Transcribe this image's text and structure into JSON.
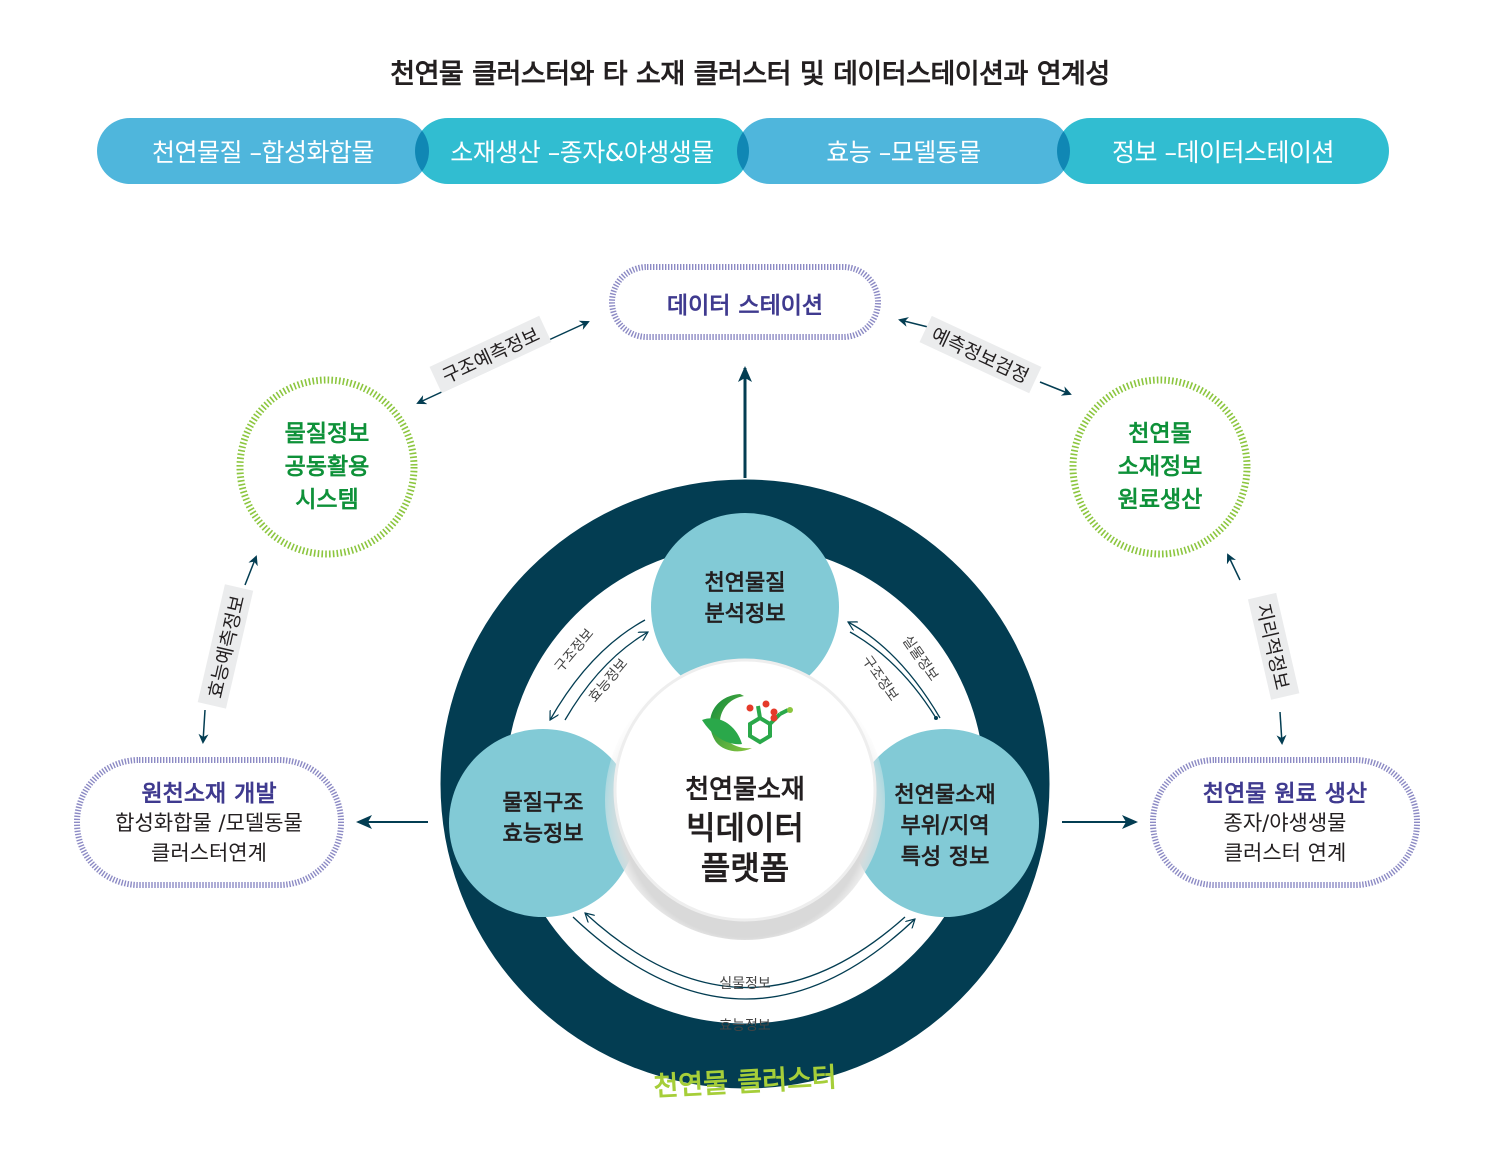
{
  "title": "천연물 클러스터와 타 소재 클러스터 및 데이터스테이션과 연계성",
  "pills": [
    {
      "label": "천연물질 –합성화합물"
    },
    {
      "label": "소재생산 –종자&야생생물"
    },
    {
      "label": "효능 –모델동물"
    },
    {
      "label": "정보 –데이터스테이션"
    }
  ],
  "nodes": {
    "data_station": "데이터 스테이션",
    "material_system": [
      "물질정보",
      "공동활용",
      "시스템"
    ],
    "natural_material": [
      "천연물",
      "소재정보",
      "원료생산"
    ],
    "source_dev": {
      "title": "원천소재 개발",
      "lines": [
        "합성화합물 /모델동물",
        "클러스터연계"
      ]
    },
    "raw_production": {
      "title": "천연물 원료 생산",
      "lines": [
        "종자/야생생물",
        "클러스터 연계"
      ]
    }
  },
  "connectors": {
    "structure_prediction": "구조예측정보",
    "prediction_verification": "예측정보검정",
    "efficacy_prediction": "효능예측정보",
    "geographic_info": "지리적정보"
  },
  "inner": {
    "top": [
      "천연물질",
      "분석정보"
    ],
    "left": [
      "물질구조",
      "효능정보"
    ],
    "right": [
      "천연물소재",
      "부위/지역",
      "특성 정보"
    ],
    "center": [
      "천연물소재",
      "빅데이터",
      "플랫폼"
    ],
    "ring_label": "천연물 클러스터",
    "arc_labels": {
      "left_outer": "구조정보",
      "left_inner": "효능정보",
      "right_outer": "실물정보",
      "right_inner": "구조정보",
      "bottom_inner": "실물정보",
      "bottom_outer": "효능정보"
    }
  },
  "colors": {
    "ring": "#033d52",
    "inner_circle": "#82cad6",
    "pill_blue": "#4fb6dc",
    "pill_teal": "#31bdd1",
    "green_text": "#0e9139",
    "navy_text": "#3f3a8f",
    "ring_label": "#a6ce39"
  }
}
